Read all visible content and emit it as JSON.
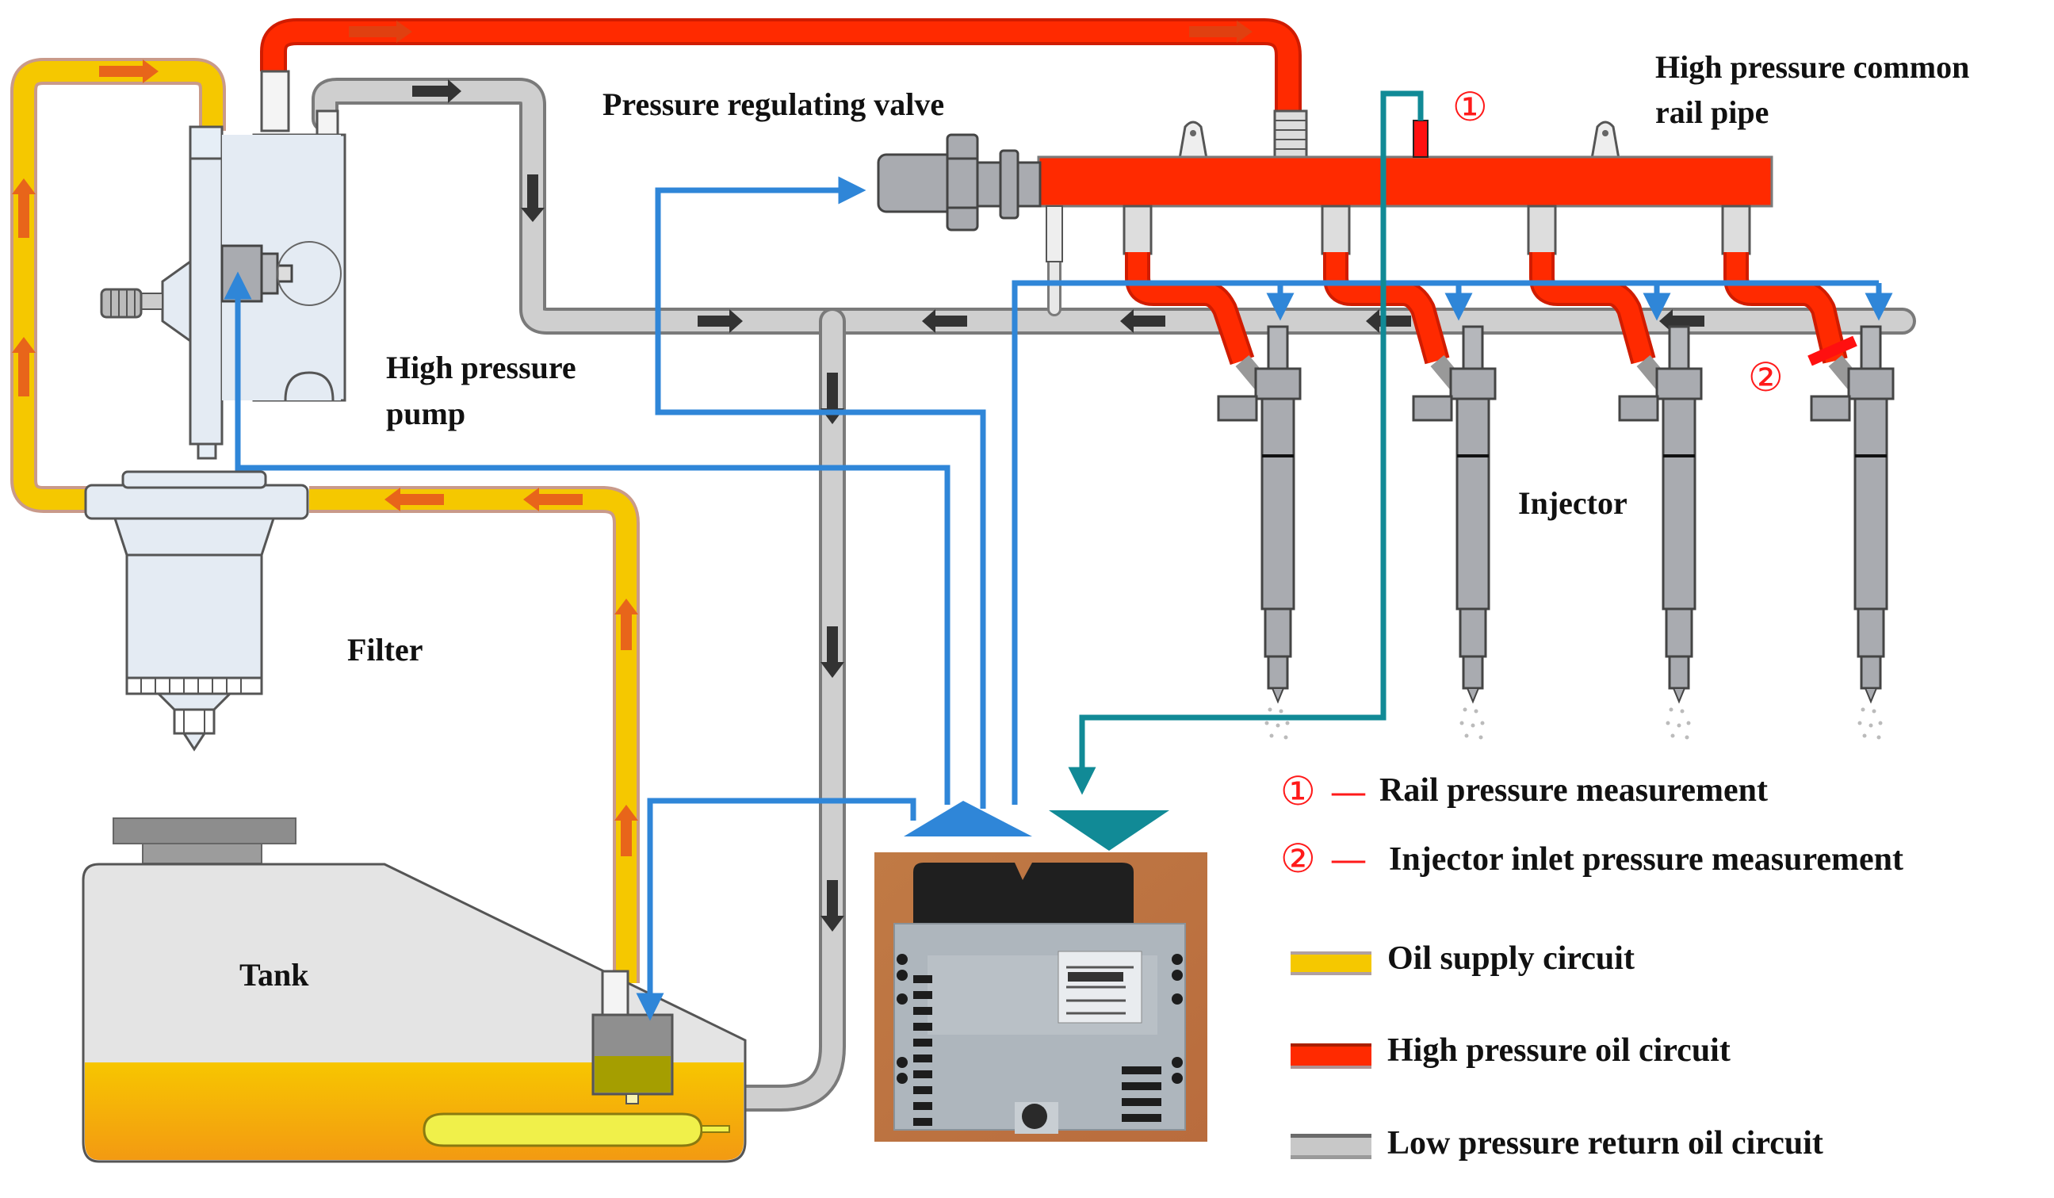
{
  "title": "Common rail fuel system with pressure measurement points",
  "labels": {
    "rail": [
      "High pressure common",
      "rail pipe"
    ],
    "valve": "Pressure regulating valve",
    "pump": [
      "High pressure",
      "pump"
    ],
    "injector": "Injector",
    "filter": "Filter",
    "tank": "Tank"
  },
  "markers": {
    "m1": {
      "symbol": "①",
      "text": "Rail pressure measurement"
    },
    "m2": {
      "symbol": "②",
      "text": "Injector inlet pressure measurement"
    },
    "dash": "—"
  },
  "legend": [
    {
      "label": "Oil supply circuit",
      "color": "#f5c800"
    },
    {
      "label": "High pressure oil  circuit",
      "color": "#ff2a00"
    },
    {
      "label": "Low pressure return oil circuit",
      "color": "#c8c8c8"
    }
  ],
  "colors": {
    "supply": "#f5c800",
    "supply_arrow": "#e8651a",
    "high": "#ff2a00",
    "low": "#cfcfcf",
    "low_edge": "#7a7a7a",
    "signal": "#2f86d8",
    "sensor": "#118a96",
    "component": "#e4ebf3",
    "steel": "#a9abb0"
  },
  "injector_count": 4
}
